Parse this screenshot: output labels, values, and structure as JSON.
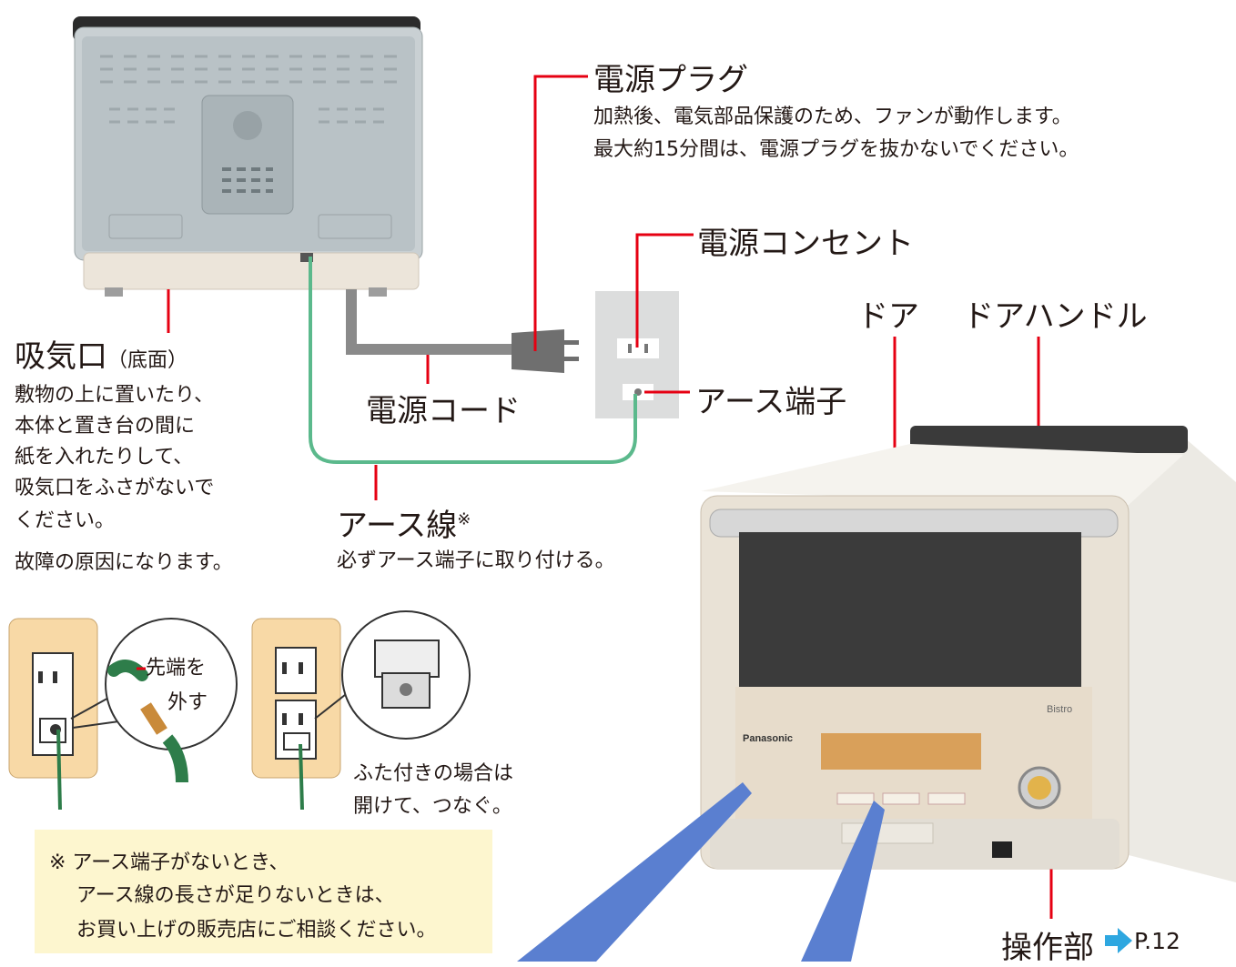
{
  "labels": {
    "plug_title": "電源プラグ",
    "plug_desc_1": "加熱後、電気部品保護のため、ファンが動作します。",
    "plug_desc_2": "最大約15分間は、電源プラグを抜かないでください。",
    "outlet": "電源コンセント",
    "door": "ドア",
    "door_handle": "ドアハンドル",
    "earth_terminal": "アース端子",
    "cord": "電源コード",
    "intake_title": "吸気口",
    "intake_paren": "（底面）",
    "intake_desc": [
      "敷物の上に置いたり、",
      "本体と置き台の間に",
      "紙を入れたりして、",
      "吸気口をふさがないで",
      "ください。",
      "故障の原因になります。"
    ],
    "earth_wire": "アース線",
    "earth_wire_mark": "※",
    "earth_wire_desc": "必ずアース端子に取り付ける。",
    "tip_remove_1": "先端を",
    "tip_remove_2": "外す",
    "cover_1": "ふた付きの場合は",
    "cover_2": "開けて、つなぐ。",
    "note_1": "※ アース端子がないとき、",
    "note_2": "アース線の長さが足りないときは、",
    "note_3": "お買い上げの販売店にご相談ください。",
    "control_panel": "操作部",
    "page_ref": "P.12"
  },
  "brand_marks": {
    "maker": "Panasonic",
    "series": "Bistro"
  },
  "colors": {
    "callout_red": "#e60012",
    "earth_green": "#5bb98c",
    "cord_gray": "#8a8a8a",
    "arrow_blue": "#2ea7e0",
    "note_bg": "#fdf6cf",
    "wall_plate": "#f8d9a6",
    "beam_blue": "#5a7fd0"
  },
  "icons": [
    "arrow-right-icon"
  ]
}
